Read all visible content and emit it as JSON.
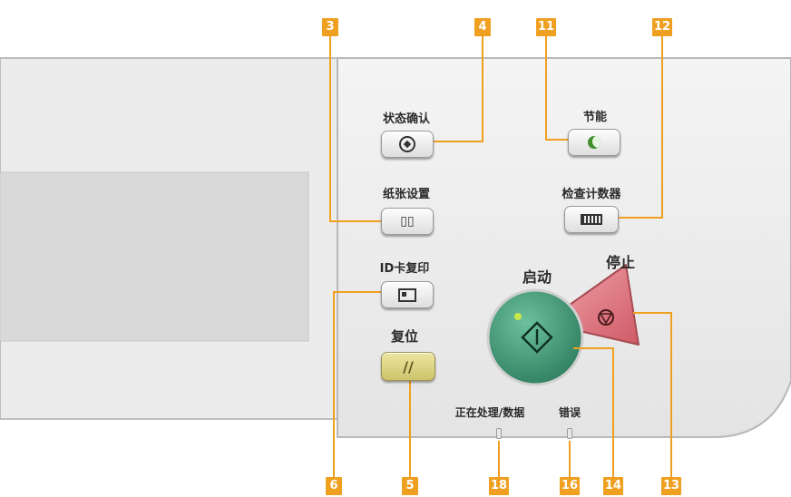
{
  "buttons": {
    "status_check": "状态确认",
    "paper_settings": "纸张设置",
    "id_card_copy": "ID卡复印",
    "reset": "复位",
    "energy_saver": "节能",
    "counter_check": "检查计数器",
    "start": "启动",
    "stop": "停止"
  },
  "indicators": {
    "processing_data": "正在处理/数据",
    "error": "错误"
  },
  "callouts": {
    "status_check": "4",
    "paper_settings": "3",
    "id_card_copy": "6",
    "reset": "5",
    "energy_saver": "11",
    "counter_check": "12",
    "start": "14",
    "stop": "13",
    "processing_data": "18",
    "error": "16"
  },
  "colors": {
    "callout": "#f0a020",
    "panel": "#ececec",
    "start_button": "#3f9a78",
    "stop_button": "#e0707a",
    "reset_button": "#ddd486",
    "energy_saver_icon": "#3f8f2f"
  }
}
